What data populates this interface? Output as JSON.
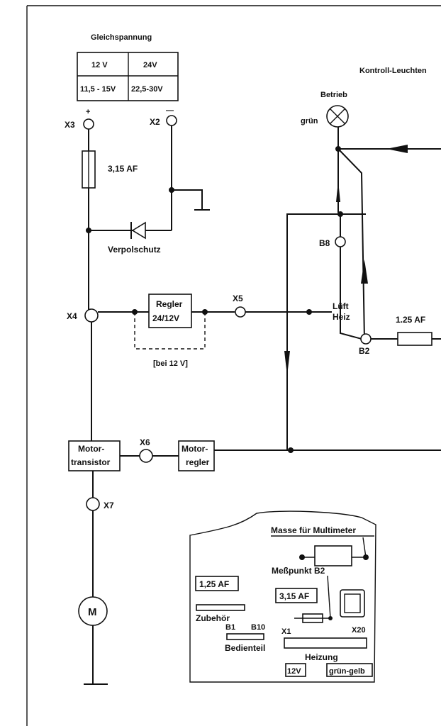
{
  "title": "Gleichspannung",
  "voltage_table": {
    "headers": [
      "12 V",
      "24V"
    ],
    "ranges": [
      "11,5 - 15V",
      "22,5-30V"
    ]
  },
  "kontroll_label": "Kontroll-Leuchten",
  "betrieb_label": "Betrieb",
  "gruen_label": "grün",
  "terminals": {
    "x3": "X3",
    "plus": "+",
    "x2": "X2",
    "minus": "—",
    "x4": "X4",
    "x5": "X5",
    "x6": "X6",
    "x7": "X7",
    "b8": "B8",
    "b2": "B2"
  },
  "fuse_main": "3,15 AF",
  "fuse_right": "1.25 AF",
  "verpolschutz": "Verpolschutz",
  "regler": [
    "Regler",
    "24/12V"
  ],
  "bei12v": "[bei 12 V]",
  "lueft": "Lüft",
  "heiz": "Heiz",
  "motortransistor": [
    "Motor-",
    "transistor"
  ],
  "motorregler": [
    "Motor-",
    "regler"
  ],
  "motor": "M",
  "inset": {
    "masse": "Masse für Multimeter",
    "messpunkt": "Meßpunkt B2",
    "fuse1": "1,25 AF",
    "fuse2": "3,15 AF",
    "zubehoer": "Zubehör",
    "b1": "B1",
    "b10": "B10",
    "bedienteil": "Bedienteil",
    "x1": "X1",
    "x20": "X20",
    "heizung": "Heizung",
    "v12": "12V",
    "gruengelb": "grün-gelb"
  }
}
